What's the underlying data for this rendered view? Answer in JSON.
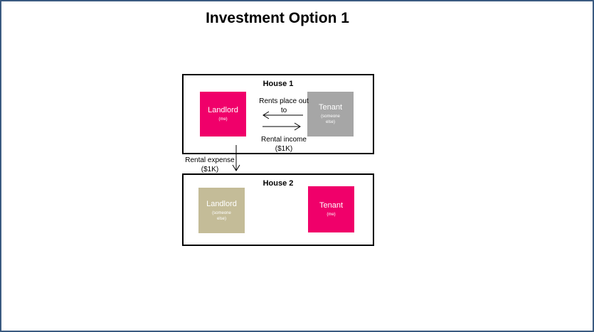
{
  "title": "Investment Option 1",
  "house1": {
    "label": "House 1",
    "landlord": {
      "name": "Landlord",
      "sub": "(me)",
      "color": "#f0006a"
    },
    "tenant": {
      "name": "Tenant",
      "sub": "(someone else)",
      "color": "#a6a6a6"
    },
    "arrow_top_label": "Rents place out to",
    "arrow_bottom_label": "Rental income ($1K)"
  },
  "connector": {
    "label": "Rental expense ($1K)"
  },
  "house2": {
    "label": "House 2",
    "landlord": {
      "name": "Landlord",
      "sub": "(someone else)",
      "color": "#c4bc98"
    },
    "tenant": {
      "name": "Tenant",
      "sub": "(me)",
      "color": "#f0006a"
    }
  }
}
